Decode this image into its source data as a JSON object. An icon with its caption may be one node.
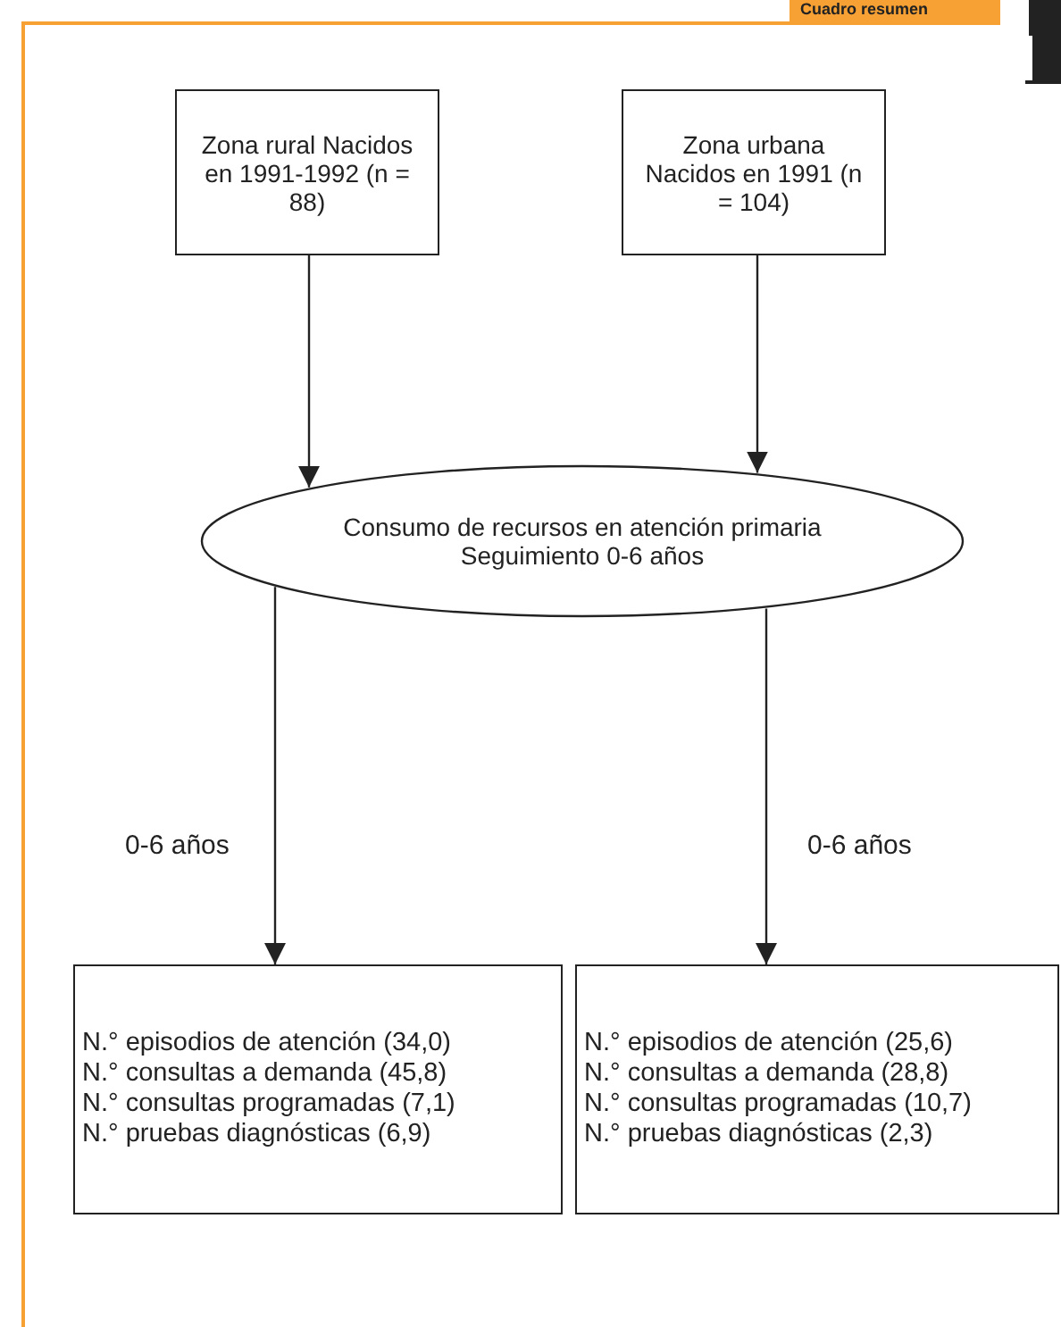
{
  "diagram": {
    "nodes": [
      {
        "text": [
          "Zona rural Nacidos en 1991-1992 (n = 88)"
        ]
      },
      {
        "text": [
          "Zona urbana Nacidos en 1991 (n = 104)"
        ]
      },
      {
        "text": [
          "Consumo de recursos en atención primaria Seguimiento 0-6 años"
        ]
      },
      {
        "text": [
          "N.° episodios de atención (34,0)",
          "N.° consultas a demanda (45,8)",
          "N.° consultas programadas (7,1)",
          "N.° pruebas diagnósticas (6,9)"
        ]
      },
      {
        "text": [
          "N.° episodios de atención (25,6)",
          "N.° consultas a demanda (28,8)",
          "N.° consultas programadas (10,7)",
          "N.° pruebas diagnósticas (2,3)"
        ]
      }
    ],
    "edges": [
      {
        "from": 0,
        "to": 2,
        "arrow": "to"
      },
      {
        "from": 1,
        "to": 2,
        "arrow": "to"
      },
      {
        "from": 2,
        "to": 3,
        "arrow": "to",
        "label": "0-6 años"
      },
      {
        "from": 2,
        "to": 4,
        "arrow": "to",
        "label": "0-6 años"
      }
    ],
    "labels": [
      "Cuadro resumen"
    ]
  }
}
